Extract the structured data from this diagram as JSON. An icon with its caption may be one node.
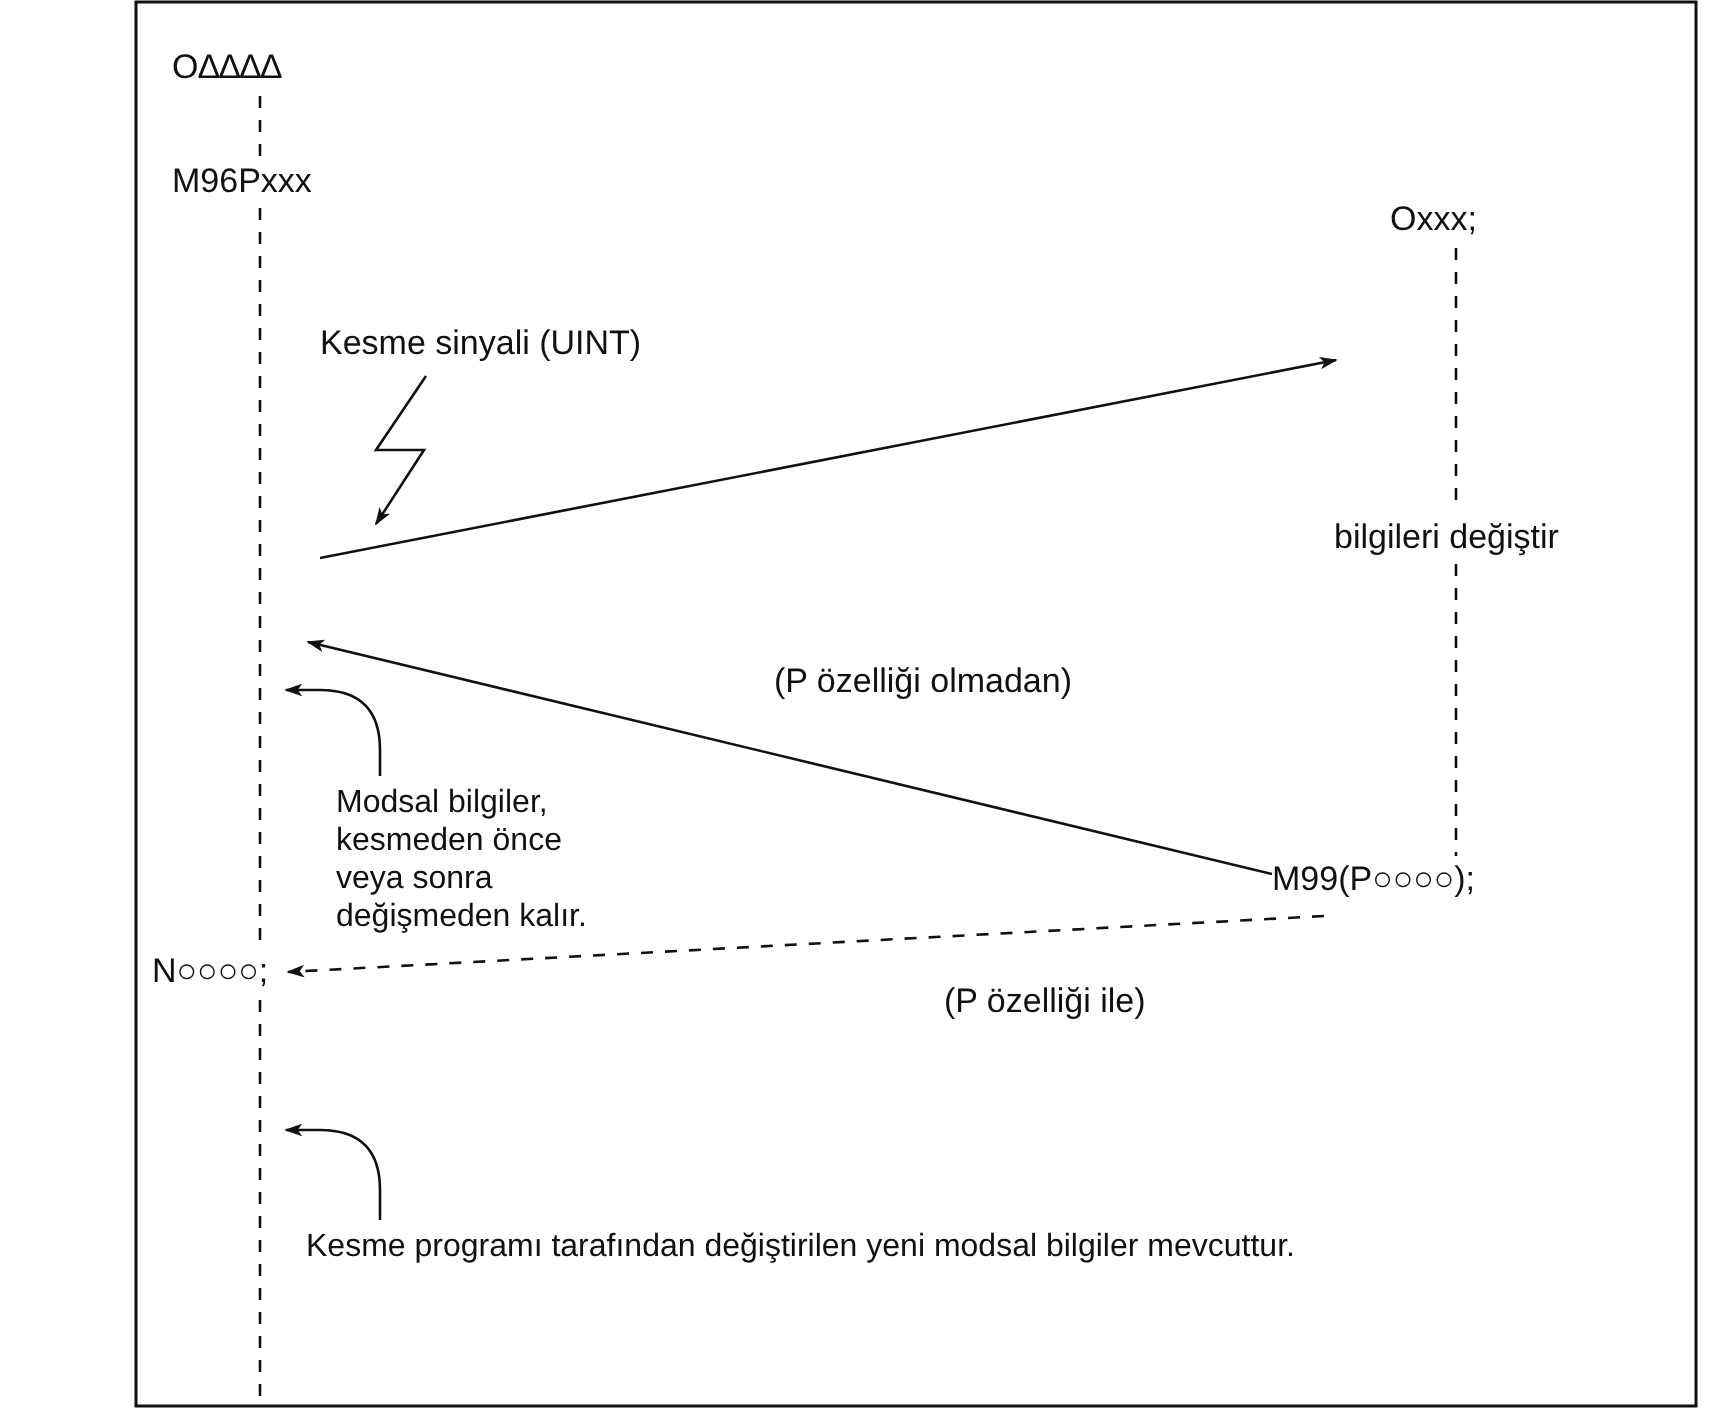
{
  "diagram": {
    "nodes": [
      {
        "text": [
          "O∆∆∆∆"
        ]
      },
      {
        "text": [
          "M96Pxxx"
        ]
      },
      {
        "text": [
          "Kesme sinyali (UINT)"
        ]
      },
      {
        "text": [
          "Oxxx;"
        ]
      },
      {
        "text": [
          "bilgileri değiştir"
        ]
      },
      {
        "text": [
          "Modsal bilgiler, kesmeden önce veya sonra değişmeden kalır."
        ]
      },
      {
        "text": [
          "M99(P○○○○);"
        ]
      },
      {
        "text": [
          "N○○○○;"
        ]
      },
      {
        "text": [
          "Kesme programı tarafından değiştirilen yeni modsal bilgiler mevcuttur."
        ]
      }
    ],
    "edges": [
      {
        "from": 0,
        "to": 1,
        "arrow": "none",
        "style": "dashed"
      },
      {
        "from": 1,
        "to": 7,
        "arrow": "none",
        "style": "dashed"
      },
      {
        "from": 7,
        "to": null,
        "arrow": "none",
        "style": "dashed"
      },
      {
        "from": 3,
        "to": 4,
        "arrow": "none",
        "style": "dashed"
      },
      {
        "from": 4,
        "to": 6,
        "arrow": "none",
        "style": "dashed"
      },
      {
        "from": null,
        "to": 3,
        "arrow": "to"
      },
      {
        "from": 2,
        "to": null,
        "arrow": "to"
      },
      {
        "from": 6,
        "to": null,
        "arrow": "to",
        "label": "(P özelliği olmadan)"
      },
      {
        "from": 6,
        "to": 7,
        "arrow": "to",
        "style": "dashed",
        "label": "(P özelliği ile)"
      },
      {
        "from": 5,
        "to": null,
        "arrow": "to"
      },
      {
        "from": 8,
        "to": null,
        "arrow": "to"
      }
    ]
  }
}
